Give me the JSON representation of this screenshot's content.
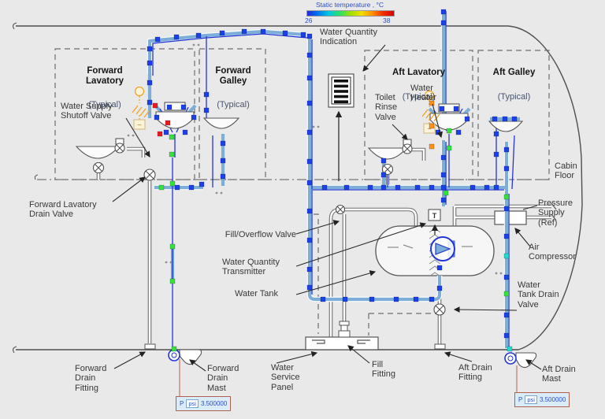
{
  "colors": {
    "background": "#e9e9ea",
    "outline": "#4f4f4f",
    "label": "#383838",
    "title": "#151515",
    "typical": "#48546e",
    "legend_text": "#2d4fc8",
    "pipe": "#7caed8",
    "line_blue": "#2336d4",
    "node_blue": "#1d41e8",
    "node_green": "#35e23c",
    "node_red": "#e81c1c",
    "node_orange": "#ff9217",
    "node_cyan": "#20dcc8",
    "heater": "#f0a020",
    "readout_border": "#b2604f",
    "readout_bg": "#daecf8",
    "readout_text": "#2d50c8"
  },
  "legend": {
    "title": "Static temperature , °C",
    "min": "26",
    "max": "38"
  },
  "stations": {
    "forward_lavatory": {
      "title": "Forward\nLavatory",
      "typical": "(Typical)"
    },
    "forward_galley": {
      "title": "Forward\nGalley",
      "typical": "(Typical)"
    },
    "aft_lavatory": {
      "title": "Aft Lavatory",
      "typical": "(Typical)"
    },
    "aft_galley": {
      "title": "Aft Galley",
      "typical": "(Typical)"
    }
  },
  "labels": {
    "water_quantity_indication": "Water Quantity\nIndication",
    "water_supply_shutoff_valve": "Water Supply\nShutoff Valve",
    "toilet_rinse_valve": "Toilet\nRinse\nValve",
    "water_heater": "Water\nHeater",
    "cabin_floor": "Cabin\nFloor",
    "forward_lavatory_drain_valve": "Forward Lavatory\nDrain Valve",
    "fill_overflow_valve": "Fill/Overflow Valve",
    "water_quantity_transmitter": "Water Quantity\nTransmitter",
    "water_tank": "Water Tank",
    "pressure_supply": "Pressure\nSupply\n(Ref)",
    "air_compressor": "Air\nCompressor",
    "water_tank_drain_valve": "Water\nTank Drain\nValve",
    "forward_drain_fitting": "Forward\nDrain\nFitting",
    "forward_drain_mast": "Forward\nDrain\nMast",
    "water_service_panel": "Water\nService\nPanel",
    "fill_fitting": "Fill\nFitting",
    "aft_drain_fitting": "Aft Drain\nFitting",
    "aft_drain_mast": "Aft Drain\nMast"
  },
  "symbols": {
    "transmitter": "T",
    "heater_wave": "~"
  },
  "readouts": {
    "forward_drain_mast": {
      "param": "P",
      "unit": "psi",
      "value": "3.500000"
    },
    "aft_drain_mast": {
      "param": "P",
      "unit": "psi",
      "value": "3.500000"
    }
  }
}
